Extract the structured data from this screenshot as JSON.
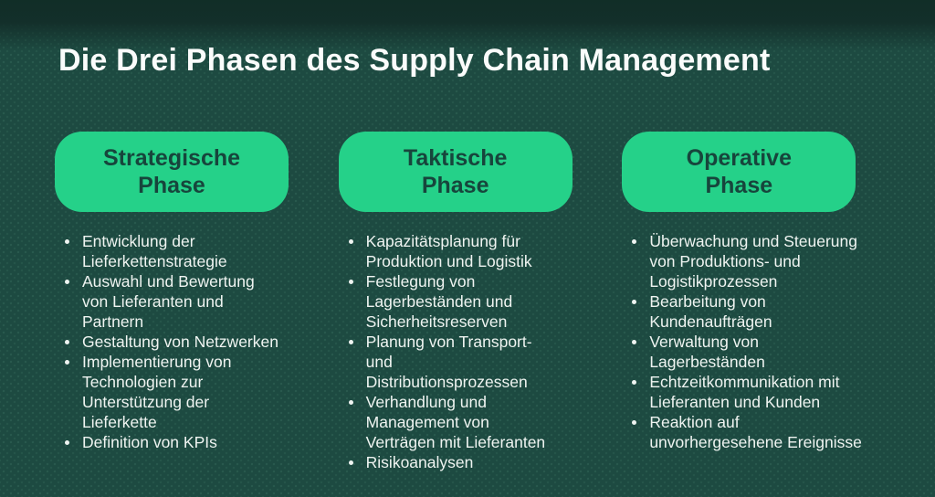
{
  "title": "Die Drei Phasen des Supply Chain Management",
  "colors": {
    "background": "#1d4a41",
    "top_band": "#132f2a",
    "phase_box_fill": "#25d189",
    "phase_box_text": "#17453c",
    "body_text": "#eff4f1",
    "title_text": "#fafcfb"
  },
  "phases": [
    {
      "label": "Strategische\nPhase",
      "items": [
        "Entwicklung der\nLieferkettenstrategie",
        "Auswahl und Bewertung\nvon Lieferanten und\nPartnern",
        "Gestaltung von Netzwerken",
        "Implementierung von\nTechnologien zur\nUnterstützung der\nLieferkette",
        "Definition von KPIs"
      ]
    },
    {
      "label": "Taktische\nPhase",
      "items": [
        "Kapazitätsplanung für\nProduktion und Logistik",
        "Festlegung von\nLagerbeständen und\nSicherheitsreserven",
        "Planung von Transport-\nund\nDistributionsprozessen",
        "Verhandlung und\nManagement von\nVerträgen mit Lieferanten",
        "Risikoanalysen"
      ]
    },
    {
      "label": "Operative\nPhase",
      "items": [
        "Überwachung und Steuerung\nvon Produktions- und\nLogistikprozessen",
        "Bearbeitung von\nKundenaufträgen",
        "Verwaltung von\nLagerbeständen",
        "Echtzeitkommunikation mit\nLieferanten und Kunden",
        "Reaktion auf\nunvorhergesehene Ereignisse"
      ]
    }
  ]
}
